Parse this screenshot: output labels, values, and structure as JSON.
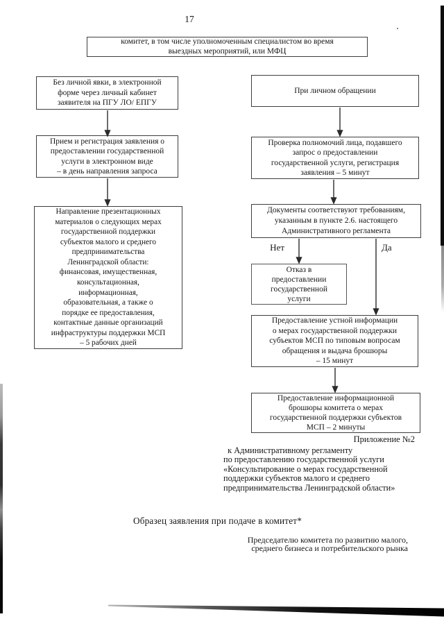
{
  "page": {
    "number": "17"
  },
  "flowchart": {
    "top_box": "комитет, в том числе уполномоченным специалистом во время\nвыездных мероприятий, или МФЦ",
    "left_branch": {
      "box1": "Без личной явки, в электронной\nформе через личный кабинет\nзаявителя на ПГУ ЛО/ ЕПГУ",
      "box2": "Прием и регистрация заявления о\nпредоставлении государственной\nуслуги в электронном виде\n– в день направления запроса",
      "box3": "Направление презентационных\nматериалов о следующих мерах\nгосударственной поддержки\nсубъектов малого и среднего\nпредпринимательства\nЛенинградской области:\nфинансовая, имущественная,\nконсультационная,\nинформационная,\nобразовательная, а также о\nпорядке ее предоставления,\nконтактные данные организаций\nинфраструктуры поддержки МСП\n– 5 рабочих дней"
    },
    "right_branch": {
      "box1": "При личном обращении",
      "box2": "Проверка полномочий лица, подавшего\nзапрос о предоставлении\nгосударственной услуги, регистрация\nзаявления – 5 минут",
      "box3": "Документы соответствуют требованиям,\nуказанным в пункте 2.6. настоящего\nАдминистративного регламента",
      "label_no": "Нет",
      "label_yes": "Да",
      "box_refusal": "Отказ в\nпредоставлении\nгосударственной\nуслуги",
      "box4": "Предоставление устной информации\nо мерах государственной поддержки\nсубъектов МСП по типовым вопросам\nобращения и выдача брошюры\n– 15 минут",
      "box5": "Предоставление информационной\nброшюры комитета о мерах\nгосударственной поддержки субъектов\nМСП – 2 минуты"
    }
  },
  "appendix": {
    "label": "Приложение №2",
    "lines": "  к Административному регламенту\nпо предоставлению государственной услуги\n«Консультирование о мерах государственной\nподдержки субъектов малого и среднего\nпредпринимательства Ленинградской области»"
  },
  "form": {
    "title": "Образец заявления при подаче в комитет*",
    "addressee": "Председателю комитета по развитию малого,\nсреднего бизнеса и потребительского рынка"
  },
  "colors": {
    "ink": "#151515",
    "border": "#3d3d3d",
    "paper": "#ffffff"
  }
}
